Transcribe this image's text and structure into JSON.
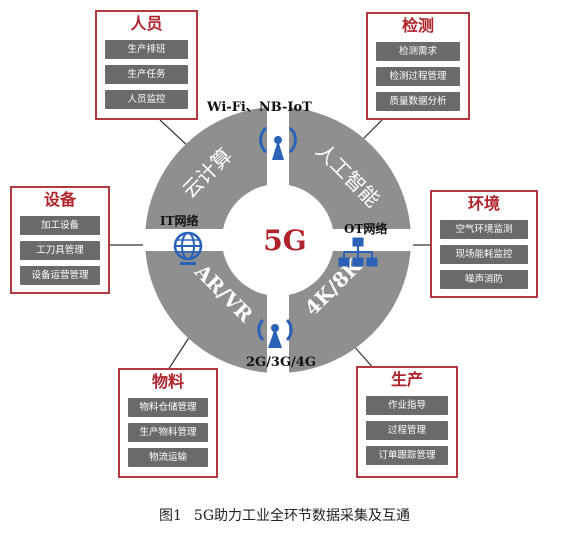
{
  "boxes": {
    "personnel": {
      "title": "人员",
      "items": [
        "生产排班",
        "生产任务",
        "人员监控"
      ]
    },
    "inspection": {
      "title": "检测",
      "items": [
        "检测需求",
        "检测过程管理",
        "质量数据分析"
      ]
    },
    "equipment": {
      "title": "设备",
      "items": [
        "加工设备",
        "工刀具管理",
        "设备运营管理"
      ]
    },
    "environment": {
      "title": "环境",
      "items": [
        "空气环境监测",
        "现场能耗监控",
        "噪声消防"
      ]
    },
    "materials": {
      "title": "物料",
      "items": [
        "物料仓储管理",
        "生产物料管理",
        "物流运输"
      ]
    },
    "production": {
      "title": "生产",
      "items": [
        "作业指导",
        "过程管理",
        "订单跟踪管理"
      ]
    }
  },
  "ring": {
    "center": "5G",
    "quadrants": [
      "云计算",
      "人工智能",
      "AR/VR",
      "4K/8K"
    ],
    "left_icon_label": "IT网络",
    "right_icon_label": "OT网络",
    "top_antenna_label": "Wi-Fi、NB-IoT",
    "bottom_antenna_label": "2G/3G/4G"
  },
  "caption": {
    "figure": "图1",
    "text": "5G助力工业全环节数据采集及互通"
  },
  "colors": {
    "accent": "#b0232b",
    "ring": "#8f8f8f",
    "item_bg": "#6a6a6a",
    "icon": "#2a62b8"
  }
}
